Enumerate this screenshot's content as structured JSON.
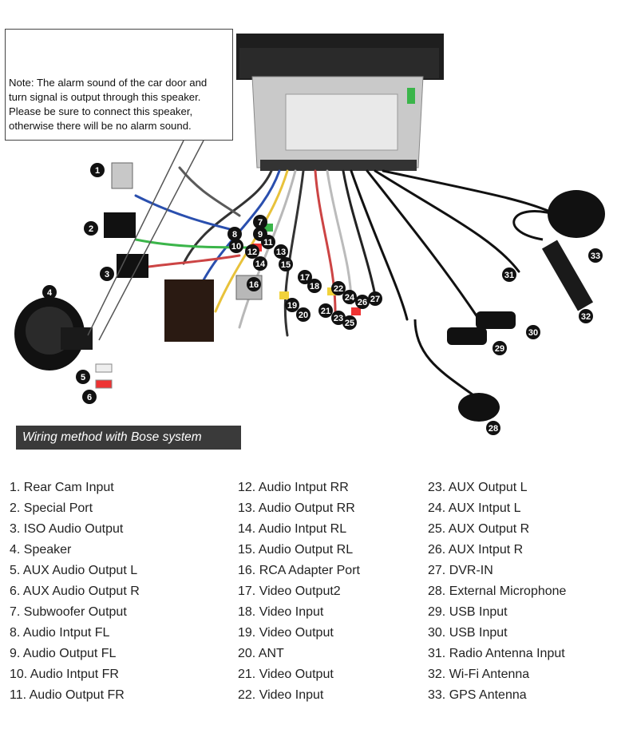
{
  "note": {
    "lines": [
      "Note: The alarm sound of the car door and",
      "turn signal is output through this speaker.",
      "Please be sure to connect this speaker,",
      "otherwise there will be no alarm sound."
    ]
  },
  "caption": "Wiring method with Bose system",
  "badges": [
    "1",
    "2",
    "3",
    "4",
    "5",
    "6",
    "7",
    "8",
    "9",
    "10",
    "11",
    "12",
    "13",
    "14",
    "15",
    "16",
    "17",
    "18",
    "19",
    "20",
    "21",
    "22",
    "23",
    "24",
    "25",
    "26",
    "27",
    "28",
    "29",
    "30",
    "31",
    "32",
    "33"
  ],
  "legend": {
    "col1": [
      "1. Rear Cam Input",
      "2. Special Port",
      "3. ISO Audio Output",
      "4. Speaker",
      "5. AUX Audio Output L",
      "6. AUX Audio Output R",
      "7. Subwoofer Output",
      "8. Audio Intput FL",
      "9. Audio Output FL",
      "10. Audio Intput FR",
      "11. Audio Output FR"
    ],
    "col2": [
      "12. Audio Intput RR",
      "13. Audio Output RR",
      "14. Audio Intput RL",
      "15. Audio Output RL",
      "16. RCA Adapter Port",
      "17. Video Output2",
      "18. Video Input",
      "19. Video Output",
      "20. ANT",
      "21. Video Output",
      "22. Video Input"
    ],
    "col3": [
      "23. AUX Output L",
      "24. AUX Intput L",
      "25. AUX Output R",
      "26. AUX Intput R",
      "27. DVR-IN",
      "28. External Microphone",
      "29. USB Input",
      "30. USB Input",
      "31. Radio Antenna Input",
      "32. Wi-Fi Antenna",
      "33. GPS Antenna"
    ]
  },
  "colors": {
    "caption_bg": "#3a3a3a",
    "arrow": "#e0202a",
    "badge": "#111111"
  }
}
